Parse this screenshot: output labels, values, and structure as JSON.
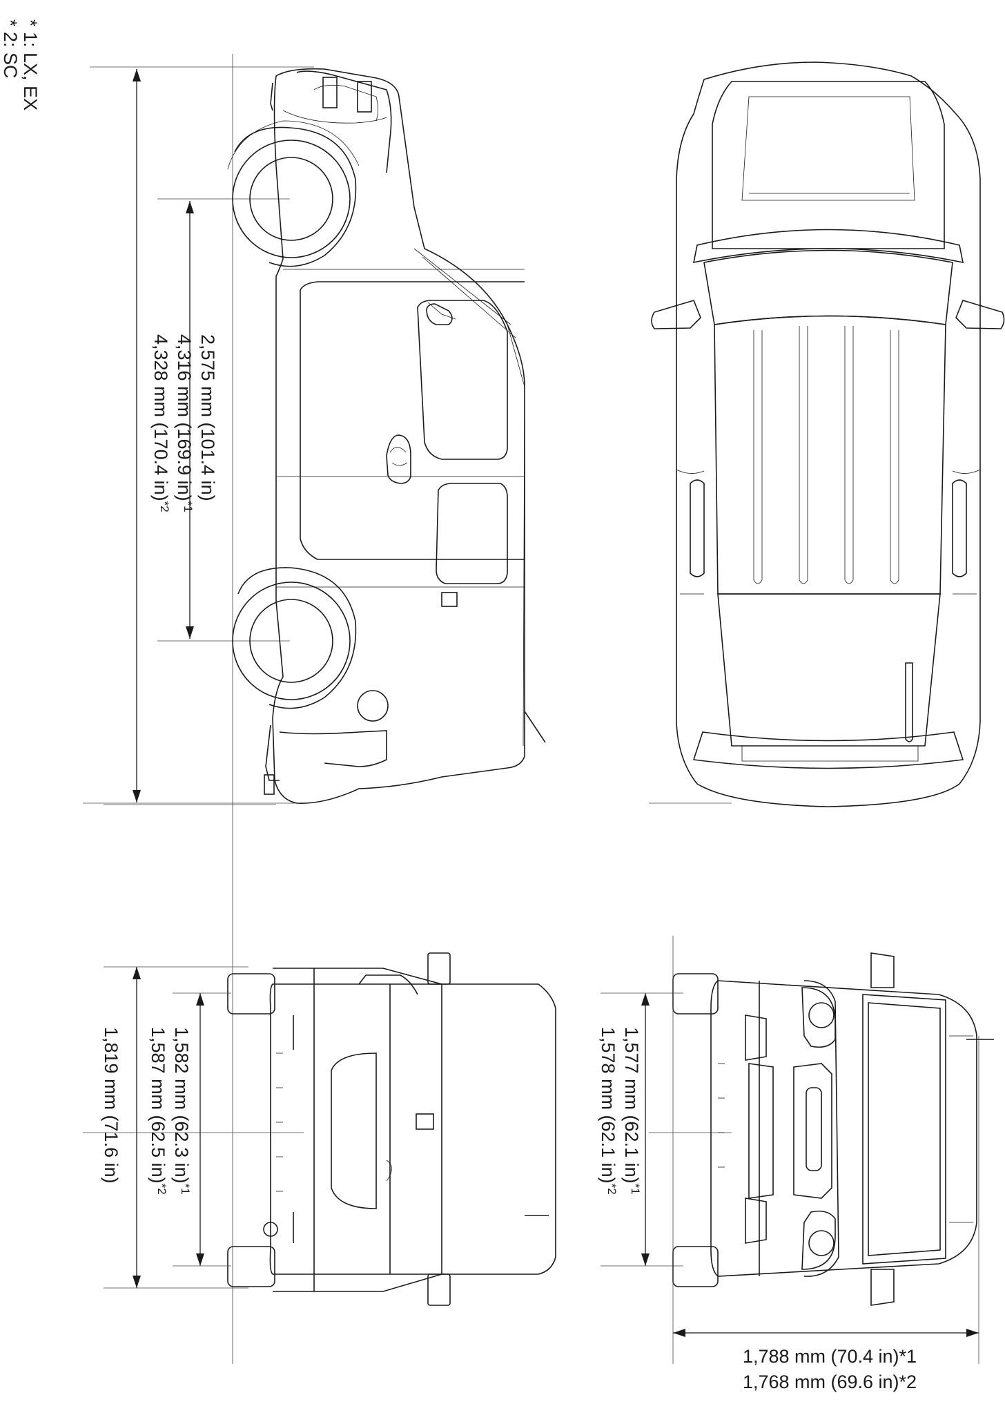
{
  "notes": {
    "note1": "* 1: LX, EX",
    "note2": "* 2: SC"
  },
  "dimensions": {
    "side_view": {
      "wheelbase": "2,575 mm (101.4 in)",
      "length_1": "4,316 mm (169.9 in)",
      "length_1_mark": "*1",
      "length_2": "4,328 mm (170.4 in)",
      "length_2_mark": "*2"
    },
    "rear_view": {
      "overall_width": "1,819 mm (71.6 in)",
      "track_rear_1": "1,582 mm (62.3 in)",
      "track_rear_1_mark": "*1",
      "track_rear_2": "1,587 mm (62.5 in)",
      "track_rear_2_mark": "*2"
    },
    "front_view": {
      "track_front_1": "1,577 mm (62.1 in)",
      "track_front_1_mark": "*1",
      "track_front_2": "1,578 mm (62.1 in)",
      "track_front_2_mark": "*2",
      "height_1": "1,788 mm (70.4 in)*1",
      "height_2": "1,768 mm (69.6 in)*2"
    }
  }
}
